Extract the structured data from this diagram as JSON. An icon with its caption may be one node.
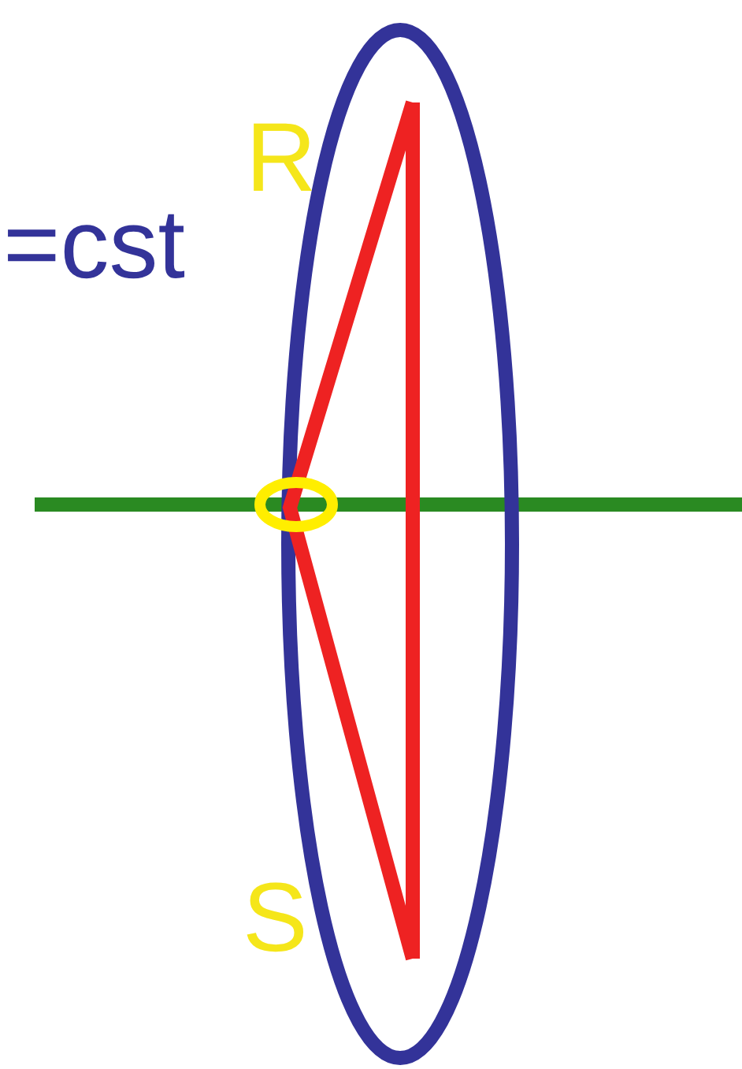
{
  "diagram": {
    "labels": [
      "R",
      "=cst",
      "S"
    ]
  }
}
